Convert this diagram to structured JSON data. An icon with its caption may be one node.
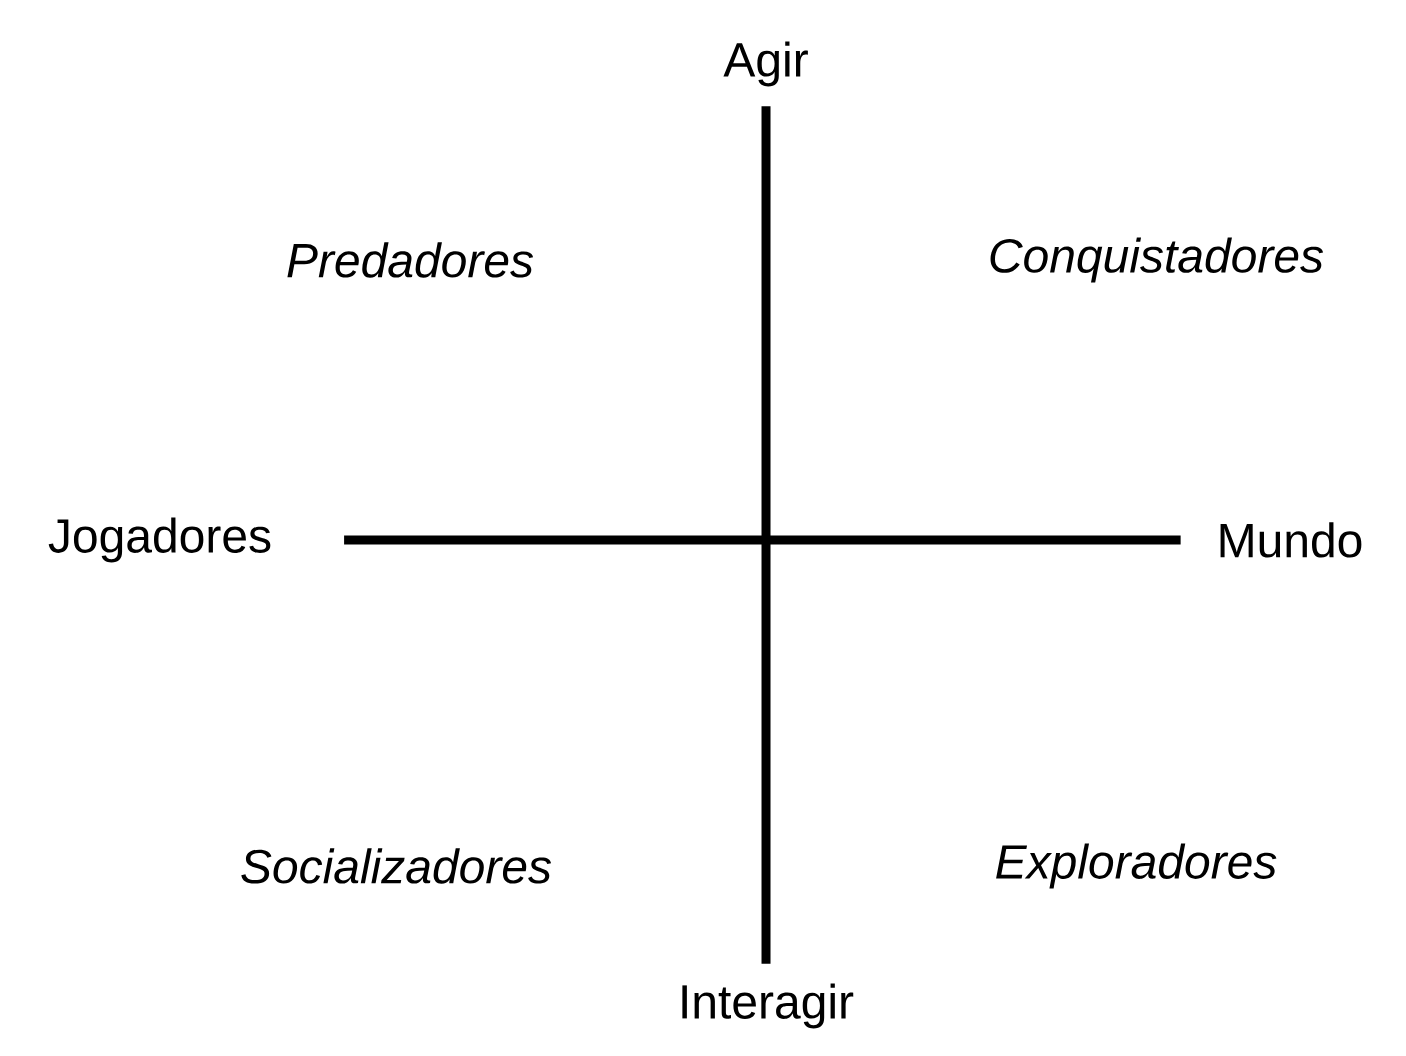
{
  "diagram": {
    "nodes": [
      {
        "text": [
          "Agir"
        ]
      },
      {
        "text": [
          "Interagir"
        ]
      },
      {
        "text": [
          "Jogadores"
        ]
      },
      {
        "text": [
          "Mundo"
        ]
      }
    ],
    "edges": [
      {
        "from": 0,
        "to": 1,
        "arrow": "none"
      },
      {
        "from": 2,
        "to": 3,
        "arrow": "none"
      }
    ],
    "labels": [
      "*Predadores*",
      "*Conquistadores*",
      "*Socializadores*",
      "*Exploradores*"
    ]
  }
}
